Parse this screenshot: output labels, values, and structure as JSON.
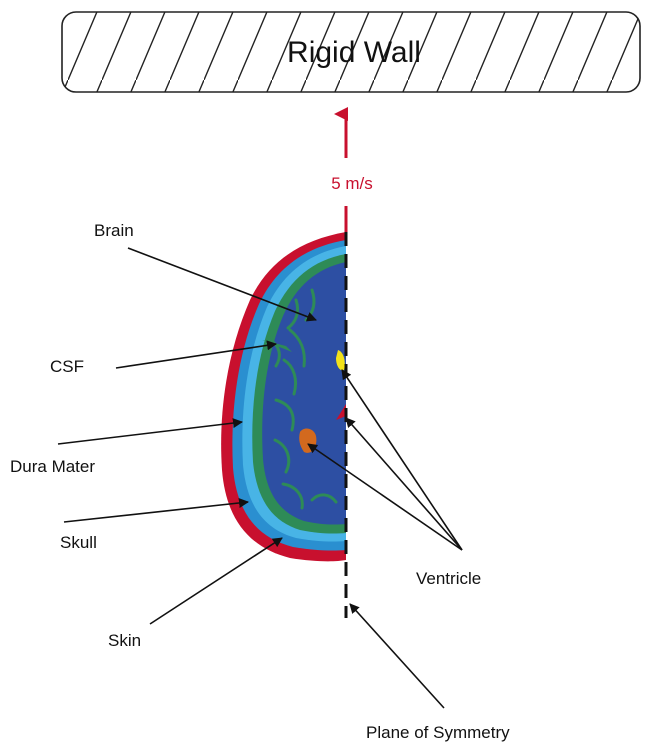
{
  "wall": {
    "title": "Rigid Wall"
  },
  "velocity": {
    "label": "5 m/s"
  },
  "labels": {
    "brain": "Brain",
    "csf": "CSF",
    "dura": "Dura Mater",
    "skull": "Skull",
    "skin": "Skin",
    "ventricle": "Ventricle",
    "plane": "Plane of Symmetry"
  },
  "colors": {
    "skin": "#c8102e",
    "skull": "#1e90c8",
    "csf": "#40aee0",
    "dura": "#2e8b57",
    "brain": "#2d4fa3",
    "ventricle_yellow": "#f2e21a",
    "ventricle_red": "#c8102e",
    "ventricle_orange": "#d2691e",
    "velocity": "#c8102e"
  }
}
